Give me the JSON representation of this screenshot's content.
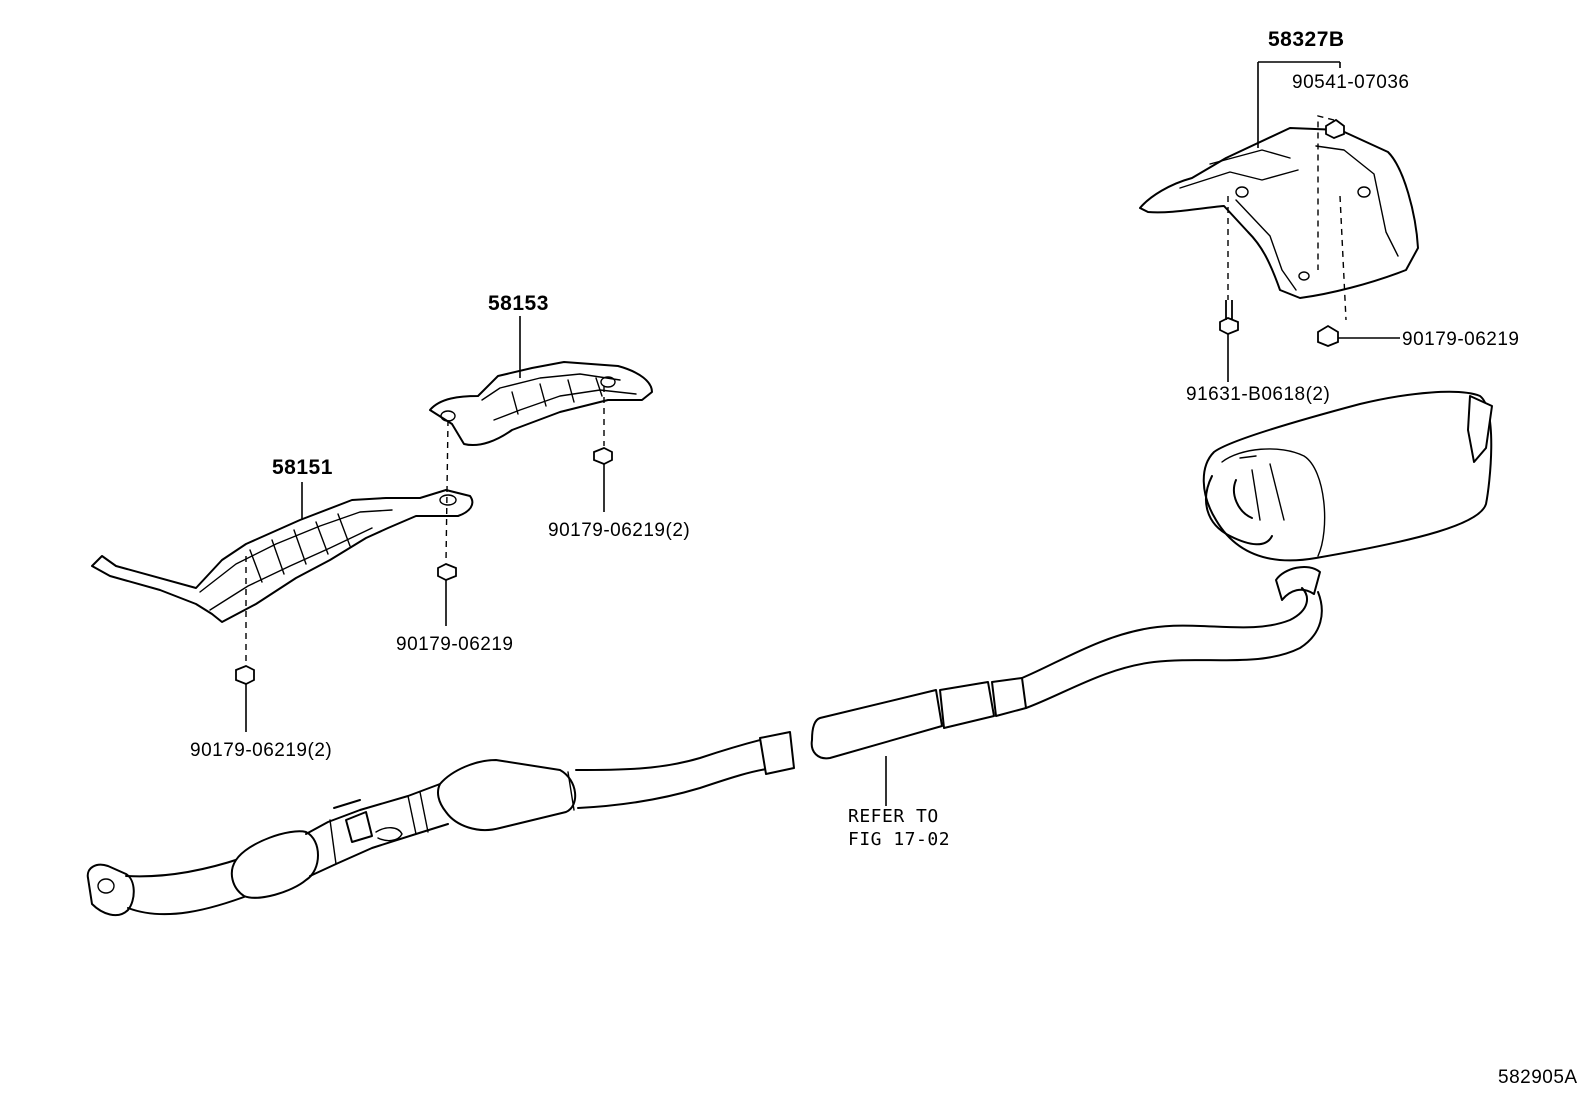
{
  "diagram": {
    "labels": {
      "part_58327B": "58327B",
      "part_90541_07036": "90541-07036",
      "part_90179_06219_right": "90179-06219",
      "part_91631_B0618": "91631-B0618(2)",
      "part_58153": "58153",
      "part_90179_06219_2_mid": "90179-06219(2)",
      "part_58151": "58151",
      "part_90179_06219_left": "90179-06219",
      "part_90179_06219_2_bottom": "90179-06219(2)",
      "refer_line1": "REFER TO",
      "refer_line2": "FIG 17-02",
      "figure_id": "582905A"
    }
  }
}
